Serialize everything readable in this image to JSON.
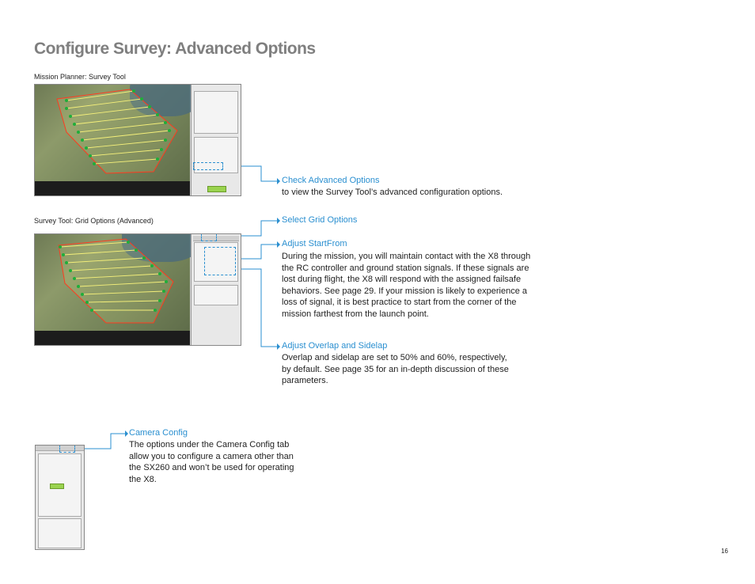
{
  "page": {
    "title": "Configure Survey: Advanced Options",
    "page_number": "16",
    "accent_color": "#2a8fd0"
  },
  "screenshots": [
    {
      "caption": "Mission Planner: Survey Tool"
    },
    {
      "caption": "Survey Tool: Grid Options (Advanced)"
    }
  ],
  "callouts": [
    {
      "title": "Check Advanced Options",
      "body": "to view the Survey Tool’s advanced configuration options."
    },
    {
      "title": "Select Grid Options",
      "body": ""
    },
    {
      "title": "Adjust StartFrom",
      "body_lines": [
        "During the mission, you will maintain contact with the X8 through",
        "the RC controller and ground station signals. If these signals are",
        "lost during flight, the X8 will respond with the assigned failsafe",
        "behaviors. See page 29. If your mission is likely to experience a",
        "loss of signal, it is best practice to start from the corner of the",
        "mission farthest from the launch point."
      ]
    },
    {
      "title": "Adjust Overlap and Sidelap",
      "body_lines": [
        "Overlap and sidelap are set to 50% and 60%, respectively,",
        "by default. See page 35 for an in-depth discussion of these",
        "parameters."
      ]
    },
    {
      "title": "Camera Config",
      "body_lines": [
        "The options under the Camera Config tab",
        "allow you to configure a camera other than",
        "the SX260 and won’t be used for operating",
        "the X8."
      ]
    }
  ]
}
